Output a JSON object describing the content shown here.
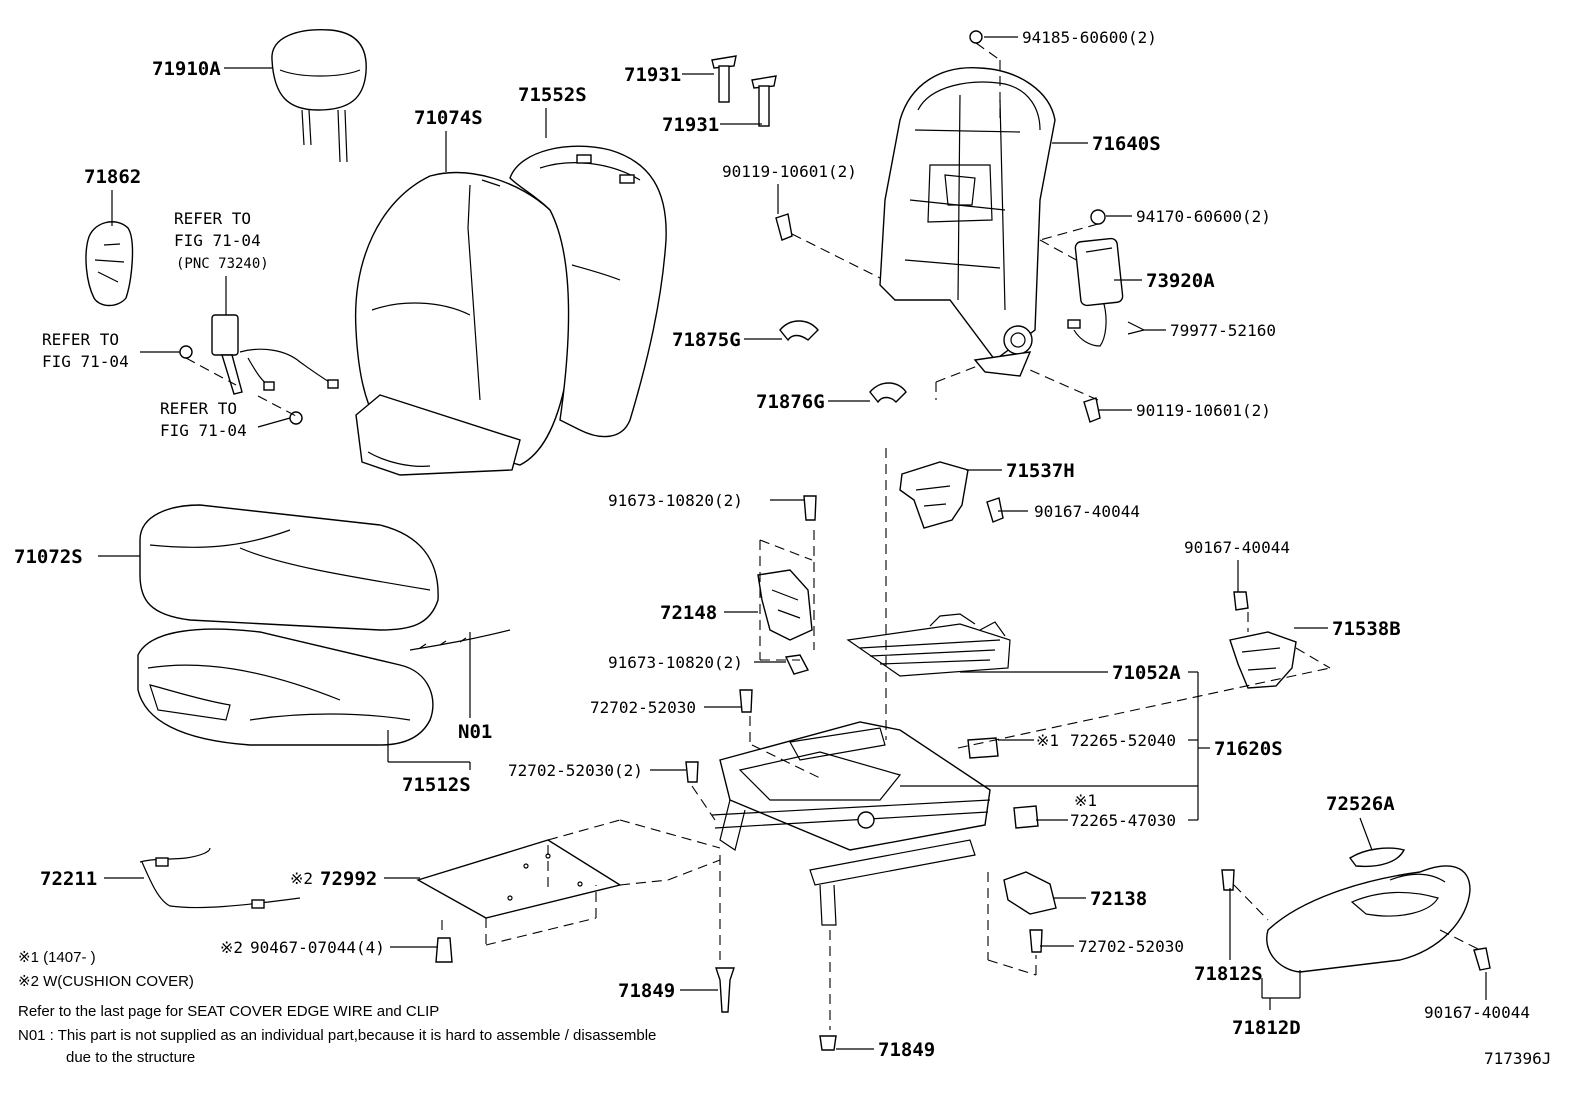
{
  "labels": {
    "p71910A": "71910A",
    "p71862": "71862",
    "p71074S": "71074S",
    "p71552S": "71552S",
    "p71931a": "71931",
    "p71931b": "71931",
    "p94185": "94185-60600(2)",
    "p71640S": "71640S",
    "p90119a": "90119-10601(2)",
    "p94170": "94170-60600(2)",
    "p73920A": "73920A",
    "p79977": "79977-52160",
    "p71875G": "71875G",
    "p71876G": "71876G",
    "p90119b": "90119-10601(2)",
    "p71537H": "71537H",
    "p90167a": "90167-40044",
    "p91673a": "91673-10820(2)",
    "p72148": "72148",
    "p91673b": "91673-10820(2)",
    "p90167b": "90167-40044",
    "p71538B": "71538B",
    "p71052A": "71052A",
    "p72702a": "72702-52030",
    "p72702b": "72702-52030(2)",
    "p72265a": "72265-52040",
    "p71620S": "71620S",
    "p72265b": "72265-47030",
    "p72526A": "72526A",
    "p71072S": "71072S",
    "pN01": "N01",
    "p71512S": "71512S",
    "p72211": "72211",
    "p72992": "72992",
    "p90467": "90467-07044(4)",
    "p72138": "72138",
    "p72702c": "72702-52030",
    "p71812S": "71812S",
    "p71812D": "71812D",
    "p90167c": "90167-40044",
    "p71849a": "71849",
    "p71849b": "71849"
  },
  "marks": {
    "m1a": "※1",
    "m1b": "※1",
    "m2a": "※2",
    "m2b": "※2"
  },
  "refer": {
    "r1_line1": "REFER TO",
    "r1_line2": "FIG 71-04",
    "r1_line3": "(PNC 73240)",
    "r2_line1": "REFER TO",
    "r2_line2": "FIG 71-04",
    "r3_line1": "REFER TO",
    "r3_line2": "FIG 71-04"
  },
  "notes": {
    "note1": "※1 (1407-      )",
    "note2": "※2 W(CUSHION COVER)",
    "note3": "Refer to the last page for SEAT COVER EDGE WIRE and CLIP",
    "note4": "N01 : This part is not supplied as an individual part,because it is hard to assemble / disassemble",
    "note5": "due to the structure"
  },
  "figure_id": "717396J"
}
